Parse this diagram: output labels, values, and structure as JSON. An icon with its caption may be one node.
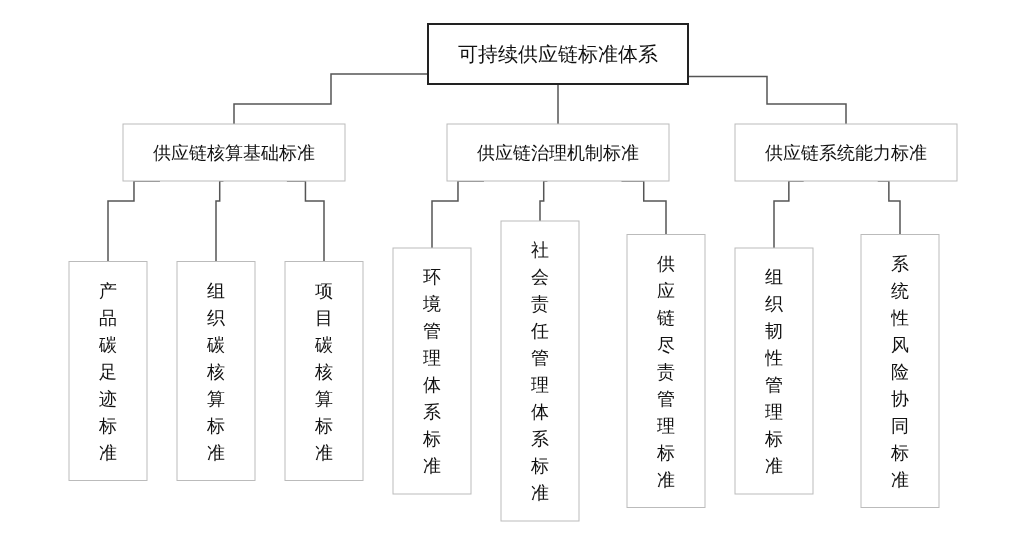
{
  "diagram": {
    "nodes": [
      {
        "text": [
          "可持续供应链标准体系"
        ]
      },
      {
        "text": [
          "供应链核算基础标准"
        ]
      },
      {
        "text": [
          "供应链治理机制标准"
        ]
      },
      {
        "text": [
          "供应链系统能力标准"
        ]
      },
      {
        "text": [
          "产品碳足迹标准"
        ]
      },
      {
        "text": [
          "组织碳核算标准"
        ]
      },
      {
        "text": [
          "项目碳核算标准"
        ]
      },
      {
        "text": [
          "环境管理体系标准"
        ]
      },
      {
        "text": [
          "社会责任管理体系标准"
        ]
      },
      {
        "text": [
          "供应链尽责管理标准"
        ]
      },
      {
        "text": [
          "组织韧性管理标准"
        ]
      },
      {
        "text": [
          "系统性风险协同标准"
        ]
      }
    ],
    "edges": [
      {
        "from": 0,
        "to": 1,
        "arrow": "none"
      },
      {
        "from": 0,
        "to": 2,
        "arrow": "none"
      },
      {
        "from": 0,
        "to": 3,
        "arrow": "none"
      },
      {
        "from": 1,
        "to": 4,
        "arrow": "none"
      },
      {
        "from": 1,
        "to": 5,
        "arrow": "none"
      },
      {
        "from": 1,
        "to": 6,
        "arrow": "none"
      },
      {
        "from": 2,
        "to": 7,
        "arrow": "none"
      },
      {
        "from": 2,
        "to": 8,
        "arrow": "none"
      },
      {
        "from": 2,
        "to": 9,
        "arrow": "none"
      },
      {
        "from": 3,
        "to": 10,
        "arrow": "none"
      },
      {
        "from": 3,
        "to": 11,
        "arrow": "none"
      }
    ]
  }
}
